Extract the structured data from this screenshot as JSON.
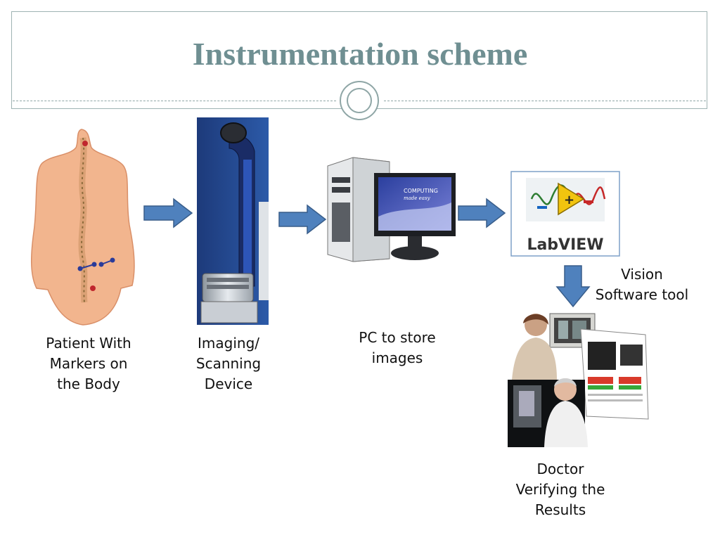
{
  "title": "Instrumentation scheme",
  "nodes": {
    "patient": {
      "lines": [
        "Patient With",
        "Markers on",
        "the Body"
      ]
    },
    "imaging": {
      "lines": [
        "Imaging/",
        "Scanning",
        "Device"
      ]
    },
    "pc": {
      "lines": [
        "PC to store",
        "images"
      ],
      "screen_text": [
        "COMPUTING",
        "made easy"
      ]
    },
    "labview": {
      "logo_text": "LabVIEW",
      "caption_lines": [
        "Vision",
        "Software tool"
      ]
    },
    "doctor": {
      "lines": [
        "Doctor",
        "Verifying the",
        "Results"
      ]
    }
  },
  "colors": {
    "title": "#6f8f92",
    "frame": "#9fb3b3",
    "arrow_fill": "#4f81bd",
    "arrow_stroke": "#385d8a"
  }
}
